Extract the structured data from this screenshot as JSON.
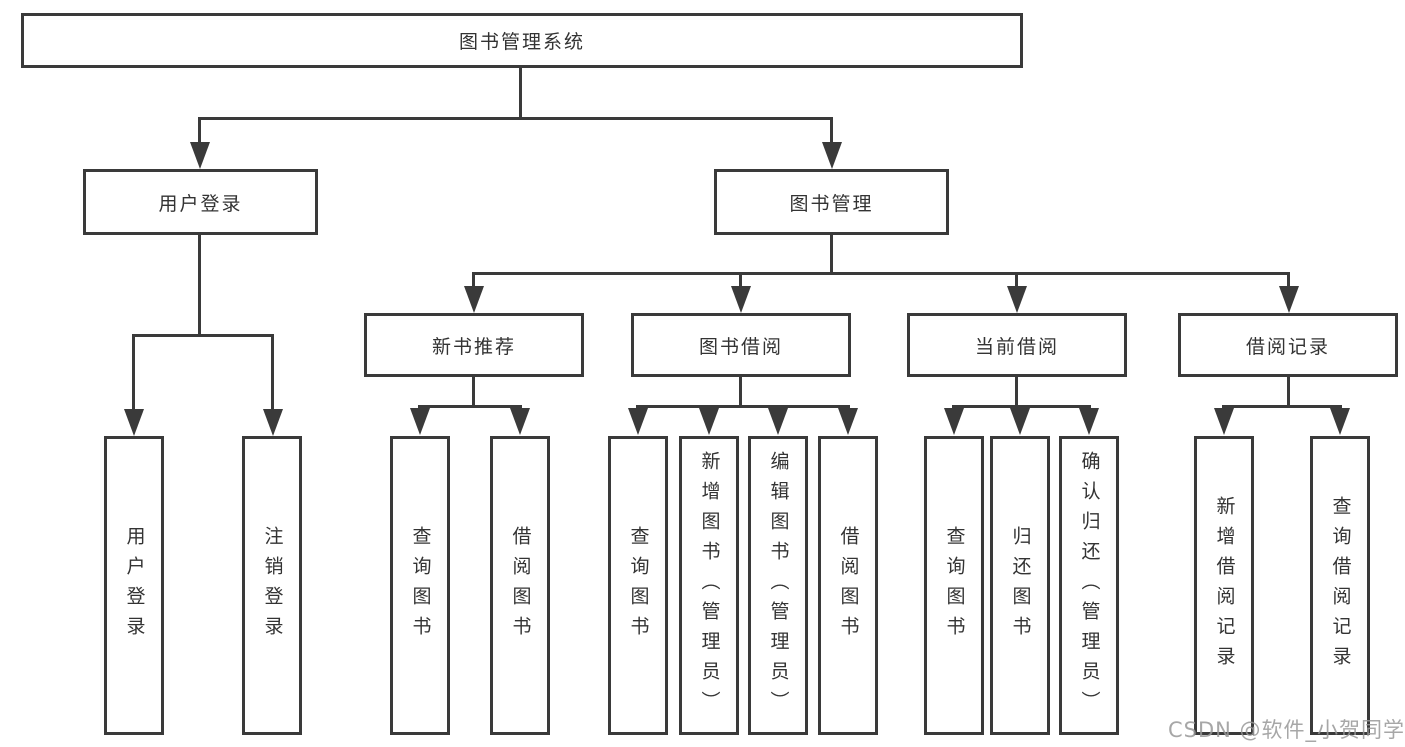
{
  "diagram": {
    "root_label": "图书管理系统",
    "level1": [
      {
        "label": "用户登录"
      },
      {
        "label": "图书管理"
      }
    ],
    "level2": [
      {
        "label": "新书推荐"
      },
      {
        "label": "图书借阅"
      },
      {
        "label": "当前借阅"
      },
      {
        "label": "借阅记录"
      }
    ],
    "leaves": {
      "user_login": [
        "用户登录",
        "注销登录"
      ],
      "new_book": [
        "查询图书",
        "借阅图书"
      ],
      "book_borrow": [
        "查询图书",
        "新增图书（管理员）",
        "编辑图书（管理员）",
        "借阅图书"
      ],
      "current_borrow": [
        "查询图书",
        "归还图书",
        "确认归还（管理员）"
      ],
      "borrow_record": [
        "新增借阅记录",
        "查询借阅记录"
      ]
    }
  },
  "watermark": {
    "text": "CSDN @软件_小贺同学"
  },
  "colors": {
    "line": "#3a3a3a",
    "text": "#333333",
    "watermark": "#989898",
    "background": "#ffffff"
  }
}
